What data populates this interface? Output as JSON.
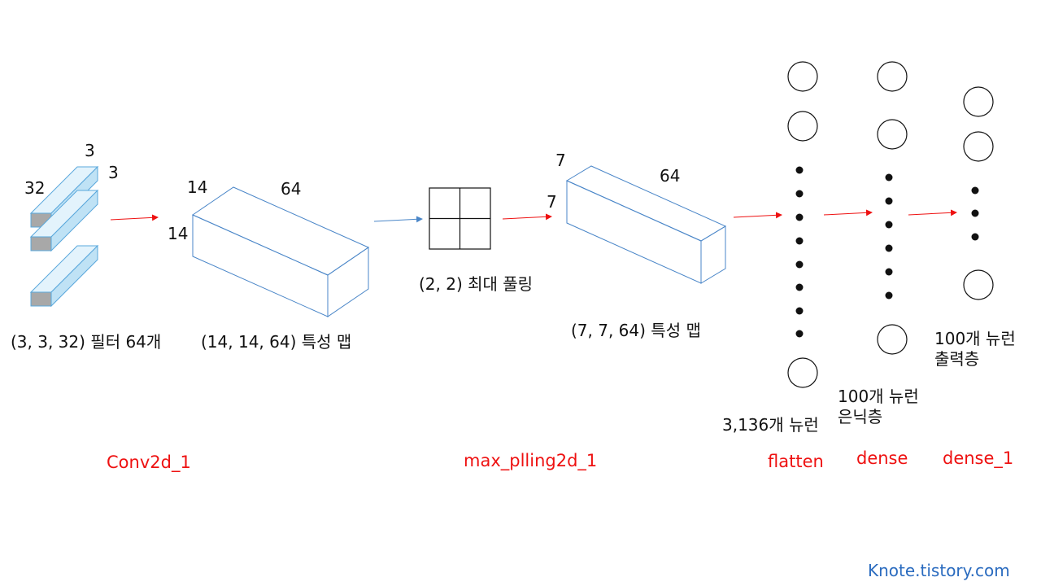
{
  "dimensions": {
    "filter_h": "3",
    "filter_w": "3",
    "filter_d": "32",
    "conv_w": "14",
    "conv_h": "14",
    "conv_d": "64",
    "pool_out_w": "7",
    "pool_out_h": "7",
    "pool_out_d": "64"
  },
  "captions": {
    "filters": "(3, 3, 32) 필터 64개",
    "conv_map": "(14, 14, 64) 특성 맵",
    "pooling": "(2, 2) 최대 풀링",
    "pool_map": "(7, 7, 64) 특성 맵",
    "flatten_neurons": "3,136개 뉴런",
    "hidden": "100개 뉴런\n은닉층",
    "output": "100개 뉴런\n출력층"
  },
  "layers": {
    "conv": "Conv2d_1",
    "pool": "max_plling2d_1",
    "flatten": "flatten",
    "dense": "dense",
    "dense_1": "dense_1"
  },
  "watermark": "Knote.tistory.com",
  "colors": {
    "box_stroke": "#4a86c8",
    "filter_fill": "#cfeaf8",
    "filter_face": "#a8a8a8",
    "arrow_red": "#ee1111",
    "arrow_blue": "#4a86c8",
    "layer_label": "#ee1111",
    "watermark": "#2a6bbf"
  }
}
